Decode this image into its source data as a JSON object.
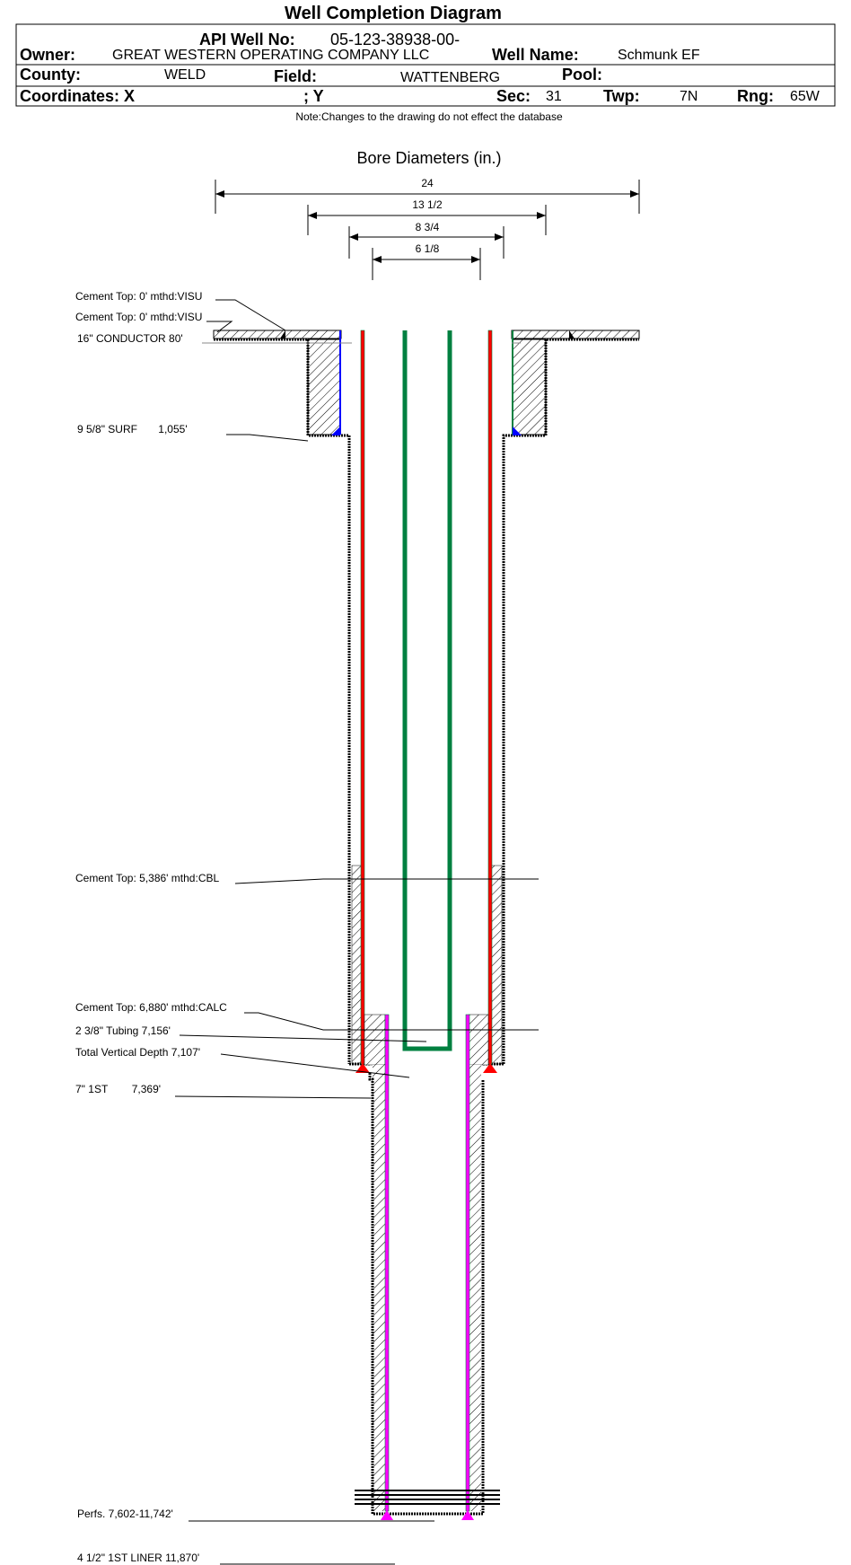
{
  "title": "Well Completion Diagram",
  "header": {
    "api_label": "API Well No:",
    "api_value": "05-123-38938-00-",
    "owner_label": "Owner:",
    "owner_value": "GREAT WESTERN OPERATING COMPANY LLC",
    "well_name_label": "Well Name:",
    "well_name_value": "Schmunk EF",
    "county_label": "County:",
    "county_value": "WELD",
    "field_label": "Field:",
    "field_value": "WATTENBERG",
    "pool_label": "Pool:",
    "pool_value": "",
    "coord_x_label": "Coordinates: X",
    "coord_y_label": "; Y",
    "sec_label": "Sec:",
    "sec_value": "31",
    "twp_label": "Twp:",
    "twp_value": "7N",
    "rng_label": "Rng:",
    "rng_value": "65W"
  },
  "note": "Note:Changes to the drawing do not effect the database",
  "bore": {
    "title": "Bore Diameters (in.)",
    "diameters": [
      "24",
      "13 1/2",
      "8 3/4",
      "6 1/8"
    ]
  },
  "labels": {
    "cement_top_1": "Cement Top: 0' mthd:VISU",
    "cement_top_2": "Cement Top: 0' mthd:VISU",
    "conductor": "16\" CONDUCTOR  80'",
    "surface": "9 5/8\" SURF       1,055'",
    "cement_top_3": "Cement Top: 5,386' mthd:CBL",
    "cement_top_4": "Cement Top: 6,880' mthd:CALC",
    "tubing": "2 3/8\" Tubing 7,156'",
    "tvd": "Total Vertical Depth 7,107'",
    "intermediate": "7\" 1ST        7,369'",
    "perfs": "Perfs. 7,602-11,742'",
    "liner": "4 1/2\" 1ST LINER  11,870'"
  },
  "colors": {
    "production": "#ff0000",
    "tubing": "#008040",
    "liner": "#ff00ff",
    "shoe_blue": "#0000ff"
  }
}
